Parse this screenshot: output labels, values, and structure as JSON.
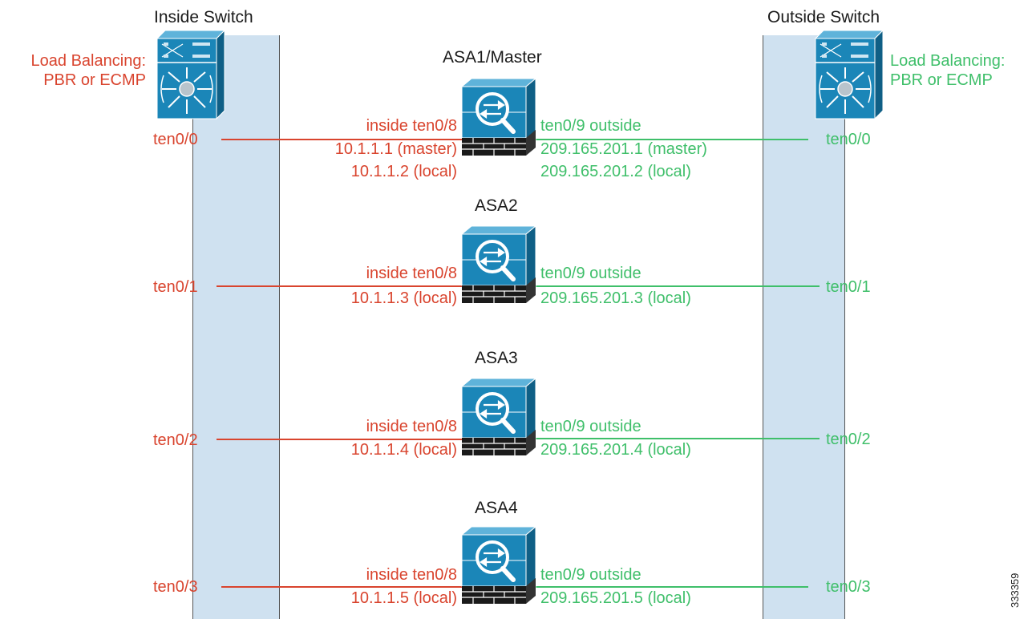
{
  "inside_switch": {
    "title": "Inside Switch",
    "lb_line1": "Load Balancing:",
    "lb_line2": "PBR or ECMP",
    "ports": [
      "ten0/0",
      "ten0/1",
      "ten0/2",
      "ten0/3"
    ]
  },
  "outside_switch": {
    "title": "Outside Switch",
    "lb_line1": "Load Balancing:",
    "lb_line2": "PBR or ECMP",
    "ports": [
      "ten0/0",
      "ten0/1",
      "ten0/2",
      "ten0/3"
    ]
  },
  "asas": [
    {
      "name": "ASA1/Master",
      "inside_if": "inside ten0/8",
      "inside_ip1": "10.1.1.1 (master)",
      "inside_ip2": "10.1.1.2 (local)",
      "outside_if": "ten0/9 outside",
      "outside_ip1": "209.165.201.1 (master)",
      "outside_ip2": "209.165.201.2 (local)"
    },
    {
      "name": "ASA2",
      "inside_if": "inside ten0/8",
      "inside_ip1": "10.1.1.3 (local)",
      "outside_if": "ten0/9 outside",
      "outside_ip1": "209.165.201.3 (local)"
    },
    {
      "name": "ASA3",
      "inside_if": "inside ten0/8",
      "inside_ip1": "10.1.1.4 (local)",
      "outside_if": "ten0/9 outside",
      "outside_ip1": "209.165.201.4 (local)"
    },
    {
      "name": "ASA4",
      "inside_if": "inside ten0/8",
      "inside_ip1": "10.1.1.5 (local)",
      "outside_if": "ten0/9 outside",
      "outside_ip1": "209.165.201.5 (local)"
    }
  ],
  "figure_id": "333359",
  "colors": {
    "inside": "#d9442e",
    "outside": "#3fbf6a",
    "switch_column": "#cfe1f0",
    "device_blue": "#1b86b8"
  },
  "icons": {
    "switch": "nexus-switch-icon",
    "asa": "asa-firewall-icon"
  }
}
